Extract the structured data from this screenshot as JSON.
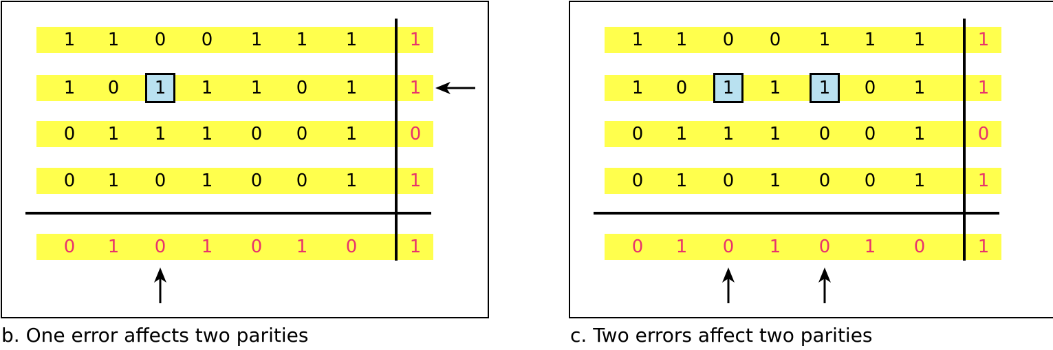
{
  "panels": [
    {
      "id": "b",
      "caption": "b. One error affects two parities",
      "rows": [
        [
          "1",
          "1",
          "0",
          "0",
          "1",
          "1",
          "1",
          "1"
        ],
        [
          "1",
          "0",
          "1",
          "1",
          "1",
          "0",
          "1",
          "1"
        ],
        [
          "0",
          "1",
          "1",
          "1",
          "0",
          "0",
          "1",
          "0"
        ],
        [
          "0",
          "1",
          "0",
          "1",
          "0",
          "0",
          "1",
          "1"
        ]
      ],
      "parity_row": [
        "0",
        "1",
        "0",
        "1",
        "0",
        "1",
        "0",
        "1"
      ],
      "errors": [
        [
          1,
          2
        ]
      ],
      "up_arrow_columns": [
        2
      ],
      "row_arrow_rows": [
        1
      ]
    },
    {
      "id": "c",
      "caption": "c. Two errors affect two parities",
      "rows": [
        [
          "1",
          "1",
          "0",
          "0",
          "1",
          "1",
          "1",
          "1"
        ],
        [
          "1",
          "0",
          "1",
          "1",
          "1",
          "0",
          "1",
          "1"
        ],
        [
          "0",
          "1",
          "1",
          "1",
          "0",
          "0",
          "1",
          "0"
        ],
        [
          "0",
          "1",
          "0",
          "1",
          "0",
          "0",
          "1",
          "1"
        ]
      ],
      "parity_row": [
        "0",
        "1",
        "0",
        "1",
        "0",
        "1",
        "0",
        "1"
      ],
      "errors": [
        [
          1,
          2
        ],
        [
          1,
          4
        ]
      ],
      "up_arrow_columns": [
        2,
        4
      ],
      "row_arrow_rows": []
    }
  ],
  "colors": {
    "band": "#ffff4d",
    "parity_text": "#e8336c",
    "error_box": "#b9e1f0",
    "text": "#000000"
  },
  "icons": {
    "column_arrow": "arrow-up-icon",
    "row_arrow": "arrow-left-icon"
  }
}
